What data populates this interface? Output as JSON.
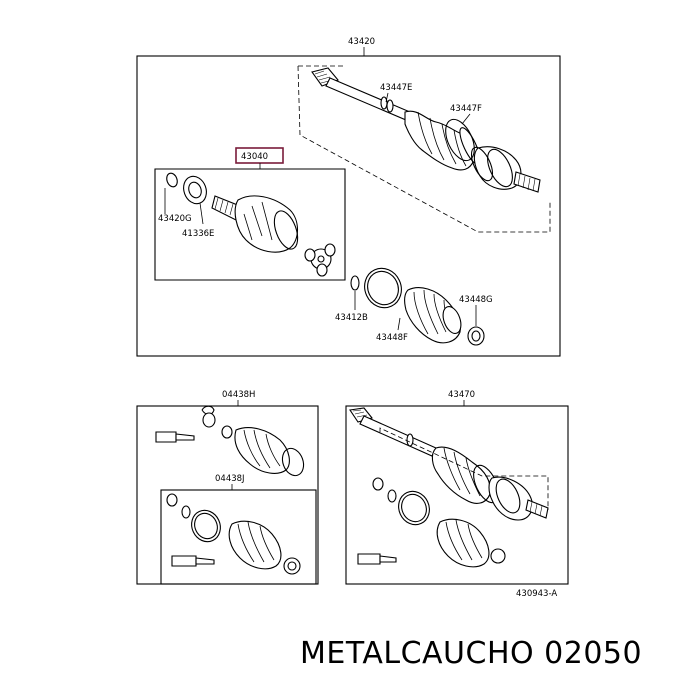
{
  "labels": {
    "assembly_main": "43420",
    "shaft_part": "43447E",
    "boot_outer": "43447F",
    "inner_joint": "43040",
    "seal": "43420G",
    "bearing": "41336E",
    "clamp_ring": "43412B",
    "boot_inner": "43448F",
    "boot_clamp": "43448G",
    "kit_outer": "04438H",
    "kit_inner": "04438J",
    "assembly_alt": "43470",
    "drawing_number": "430943-A"
  },
  "brand_text": "METALCAUCHO 02050",
  "colors": {
    "highlight_box": "#7a1c3a",
    "line": "#000000"
  }
}
